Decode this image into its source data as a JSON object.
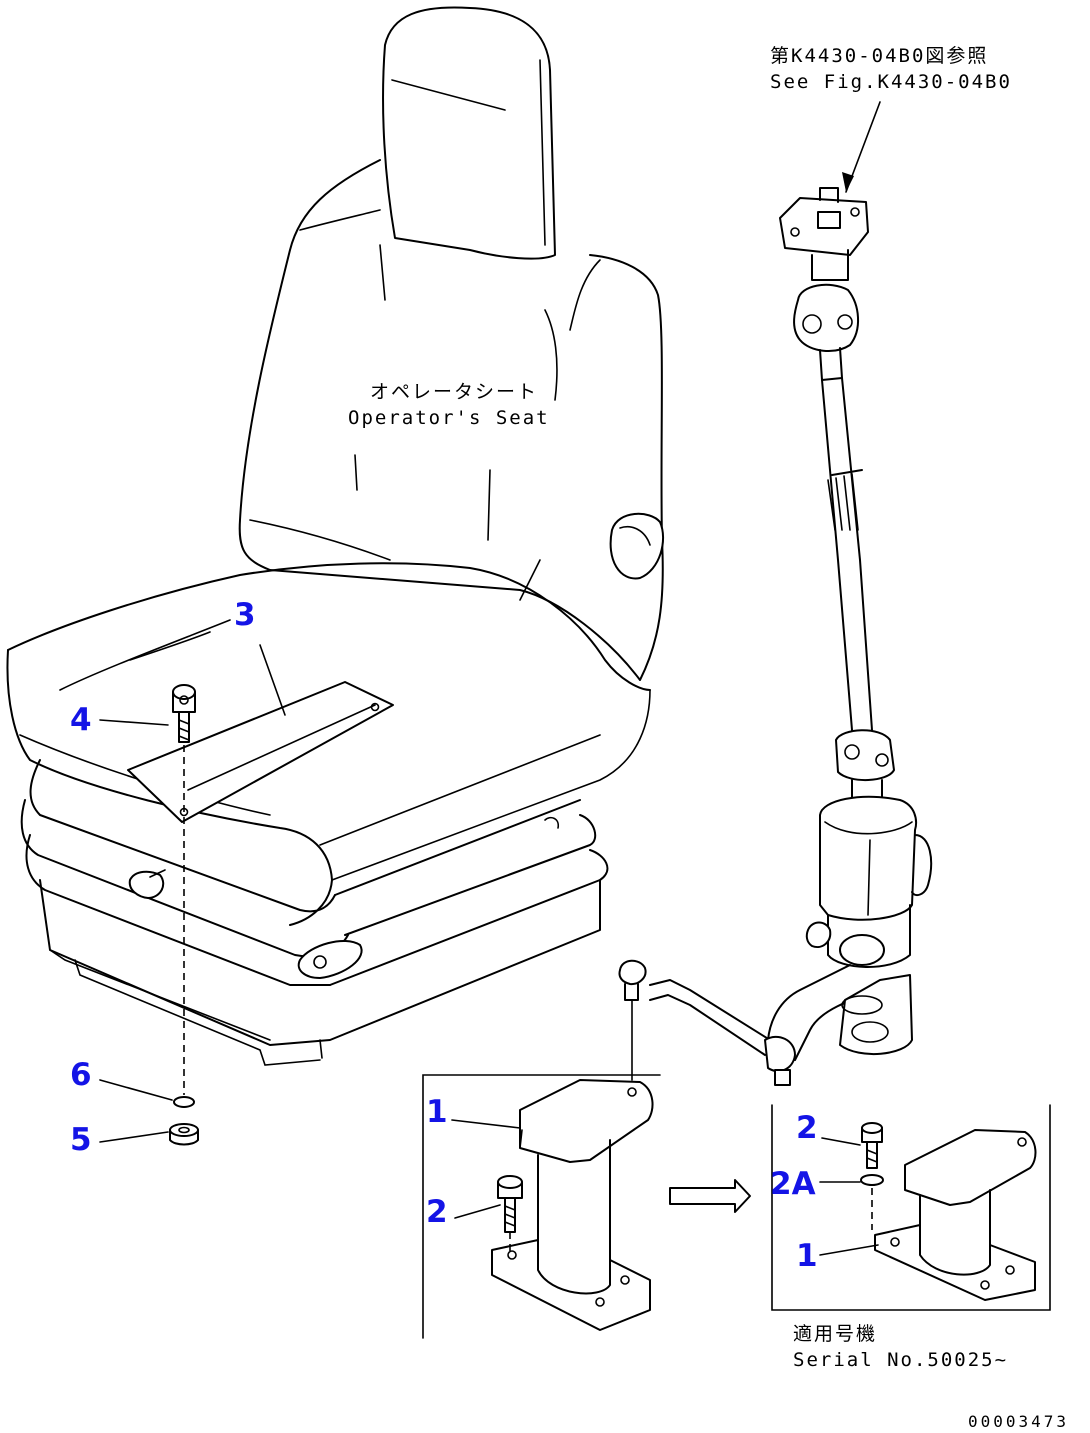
{
  "labels": {
    "seat_jp": "オペレータシート",
    "seat_en": "Operator's Seat",
    "ref_jp": "第K4430-04B0図参照",
    "ref_en": "See Fig.K4430-04B0",
    "serial_jp": "適用号機",
    "serial_en": "Serial No.50025~",
    "drawing_no": "00003473"
  },
  "callouts": [
    "3",
    "4",
    "6",
    "5",
    "1",
    "2",
    "2",
    "2A",
    "1"
  ]
}
